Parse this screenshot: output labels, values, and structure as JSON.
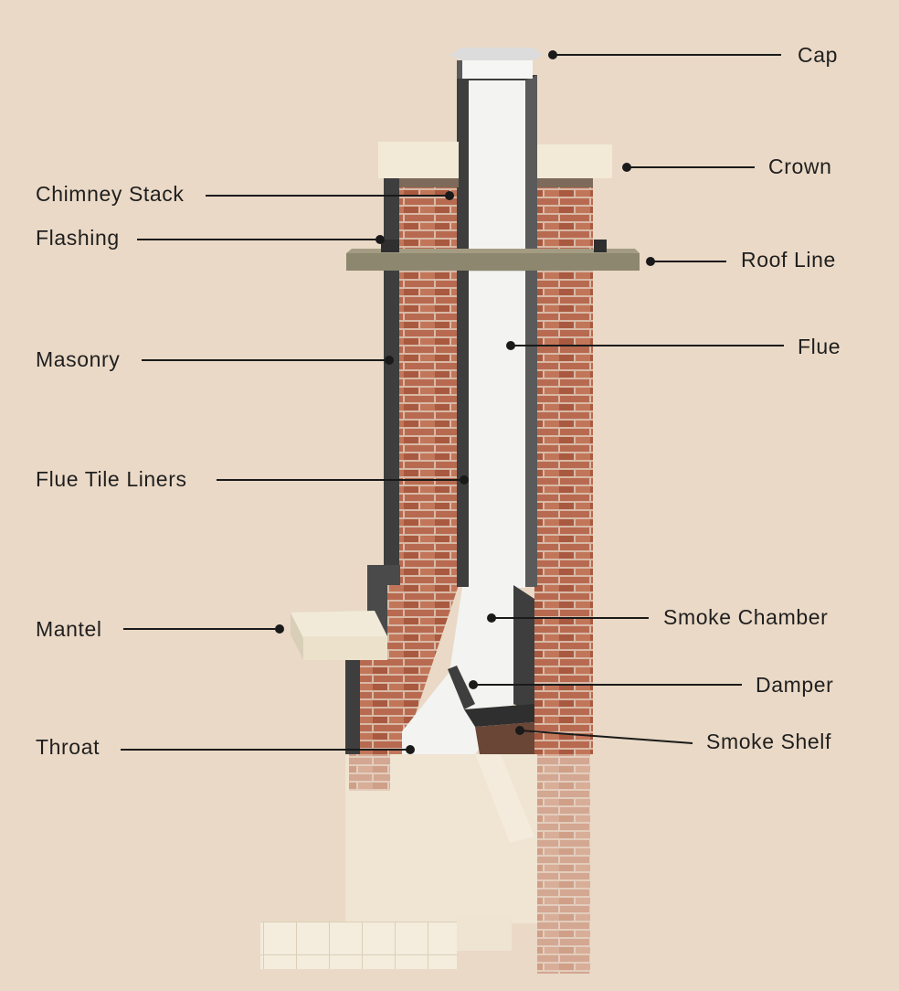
{
  "labels": {
    "cap": "Cap",
    "crown": "Crown",
    "chimney_stack": "Chimney Stack",
    "flashing": "Flashing",
    "roof_line": "Roof Line",
    "masonry": "Masonry",
    "flue": "Flue",
    "flue_tile_liners": "Flue Tile Liners",
    "smoke_chamber": "Smoke Chamber",
    "mantel": "Mantel",
    "damper": "Damper",
    "smoke_shelf": "Smoke Shelf",
    "throat": "Throat"
  },
  "colors": {
    "background": "#ead9c6",
    "brick": "#b86a50",
    "mortar": "#d8b9a6",
    "flue": "#f3f3f1",
    "dark_edge": "#3e3e3e",
    "crown": "#f2ead6",
    "roof": "#8d876f",
    "smoke_shelf": "#6a4636",
    "leader": "#1a1a1a"
  }
}
